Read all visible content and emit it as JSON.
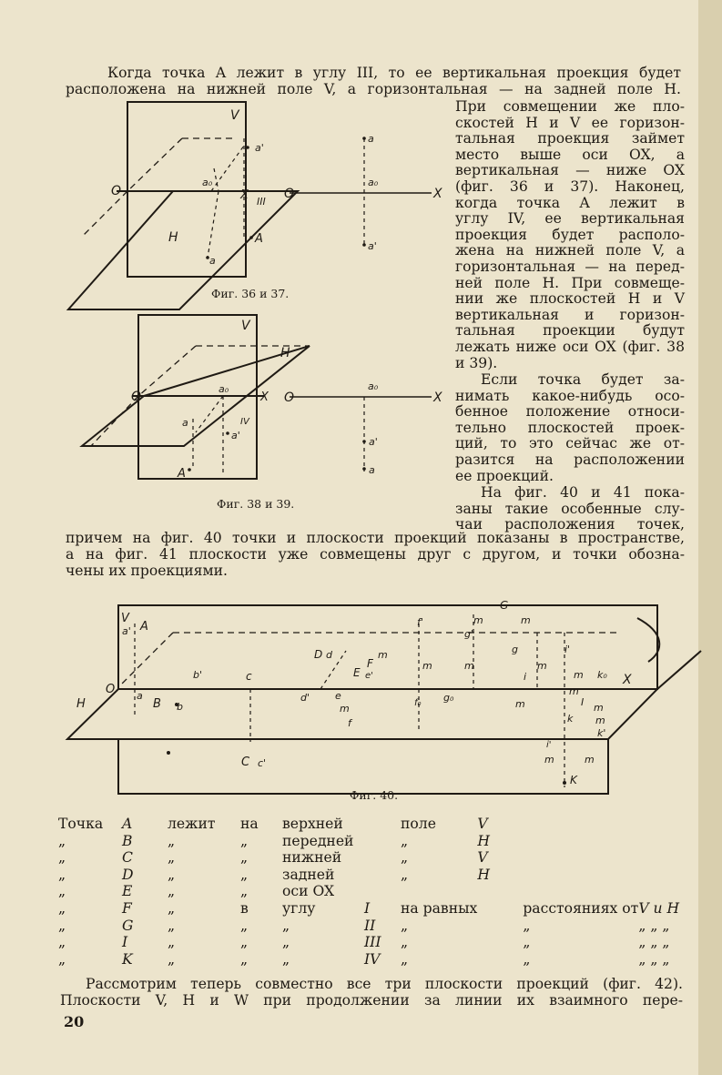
{
  "text": {
    "p1_lines": [
      "Когда точка A лежит в углу III, то ее вертикальная проекция будет",
      "расположена на нижней поле V, а горизонтальная — на задней поле H."
    ],
    "right1_lines": [
      "При совмещении же пло-",
      "скостей H и V ее горизон-",
      "тальная проекция займет",
      "место выше оси OX, а",
      "вертикальная — ниже OX",
      "(фиг. 36 и 37). Наконец,",
      "когда точка A лежит в",
      "углу IV, ее вертикальная",
      "проекция будет располо-",
      "жена на нижней поле V, а",
      "горизонтальная — на перед-",
      "ней поле H. При совмеще-",
      "нии же плоскостей H и V",
      "вертикальная и горизон-",
      "тальная проекции будут",
      "лежать ниже оси OX (фиг. 38",
      "и 39)."
    ],
    "right2_lines": [
      "Если точка будет за-",
      "нимать какое-нибудь осо-",
      "бенное положение относи-",
      "тельно плоскостей проек-",
      "ций, то это сейчас же от-",
      "разится на расположении",
      "ее проекций."
    ],
    "right3_lines": [
      "На фиг. 40 и 41 пока-",
      "заны такие особенные слу-",
      "чаи расположения точек,"
    ],
    "full2_lines": [
      "причем на фиг. 40 точки и плоскости проекций показаны в пространстве,",
      "а на фиг. 41 плоскости уже совмещены друг с другом, и точки обозна-",
      "чены их проекциями."
    ],
    "bottom_lines": [
      "Рассмотрим теперь совместно все три плоскости проекций (фиг. 42).",
      "Плоскости V, H и W при продолжении за линии их взаимного пере-"
    ],
    "page_number": "20"
  },
  "captions": {
    "fig3637": "Фиг. 36 и 37.",
    "fig3839": "Фиг. 38 и 39.",
    "fig40": "Фиг. 40."
  },
  "labels": {
    "fig36": [
      "V",
      "a'",
      "O",
      "a₀",
      "X",
      "A",
      "H",
      "a",
      "III"
    ],
    "fig37": [
      "a",
      "a₀",
      "O",
      "X",
      "a'"
    ],
    "fig38": [
      "V",
      "H",
      "O",
      "a₀",
      "X",
      "a",
      "a'",
      "IV",
      "A"
    ],
    "fig39": [
      "O",
      "a₀",
      "X",
      "a'",
      "a"
    ],
    "fig40": [
      "V",
      "a'",
      "A",
      "G",
      "f'",
      "m",
      "m",
      "g'",
      "D",
      "d",
      "m",
      "F",
      "g",
      "i'",
      "b'",
      "c",
      "E",
      "e'",
      "m",
      "m",
      "m",
      "i",
      "m",
      "k₀",
      "O",
      "a",
      "d'",
      "e",
      "f₀",
      "g₀",
      "m",
      "m",
      "I",
      "X",
      "H",
      "B",
      "b",
      "m",
      "k",
      "m",
      "f",
      "m",
      "k'",
      "C",
      "c'",
      "i'",
      "m",
      "m",
      "K"
    ]
  },
  "list": {
    "col1": [
      "Точка",
      "„",
      "„",
      "„",
      "„",
      "„",
      "„",
      "„",
      "„"
    ],
    "col2": [
      "A",
      "B",
      "C",
      "D",
      "E",
      "F",
      "G",
      "I",
      "K"
    ],
    "col3": [
      "лежит",
      "„",
      "„",
      "„",
      "„",
      "„",
      "„",
      "„",
      "„"
    ],
    "col4": [
      "на",
      "„",
      "„",
      "„",
      "„",
      "в",
      "„",
      "„",
      "„"
    ],
    "col5": [
      "верхней",
      "передней",
      "нижней",
      "задней",
      "оси OX",
      "углу",
      "„",
      "„",
      "„"
    ],
    "col6": [
      "",
      "",
      "",
      "",
      "",
      "I",
      "II",
      "III",
      "IV"
    ],
    "col7": [
      "поле",
      "„",
      "„",
      "„",
      "",
      "на равных",
      "„",
      "„",
      "„"
    ],
    "col8": [
      "V",
      "H",
      "V",
      "H",
      "",
      "",
      "",
      "",
      ""
    ],
    "col9": [
      "",
      "",
      "",
      "",
      "",
      "расстояниях от",
      "„",
      "„",
      "„"
    ],
    "col10": [
      "",
      "",
      "",
      "",
      "",
      "V и H",
      "„ „ „",
      "„ „ „",
      "„ „ „"
    ]
  }
}
